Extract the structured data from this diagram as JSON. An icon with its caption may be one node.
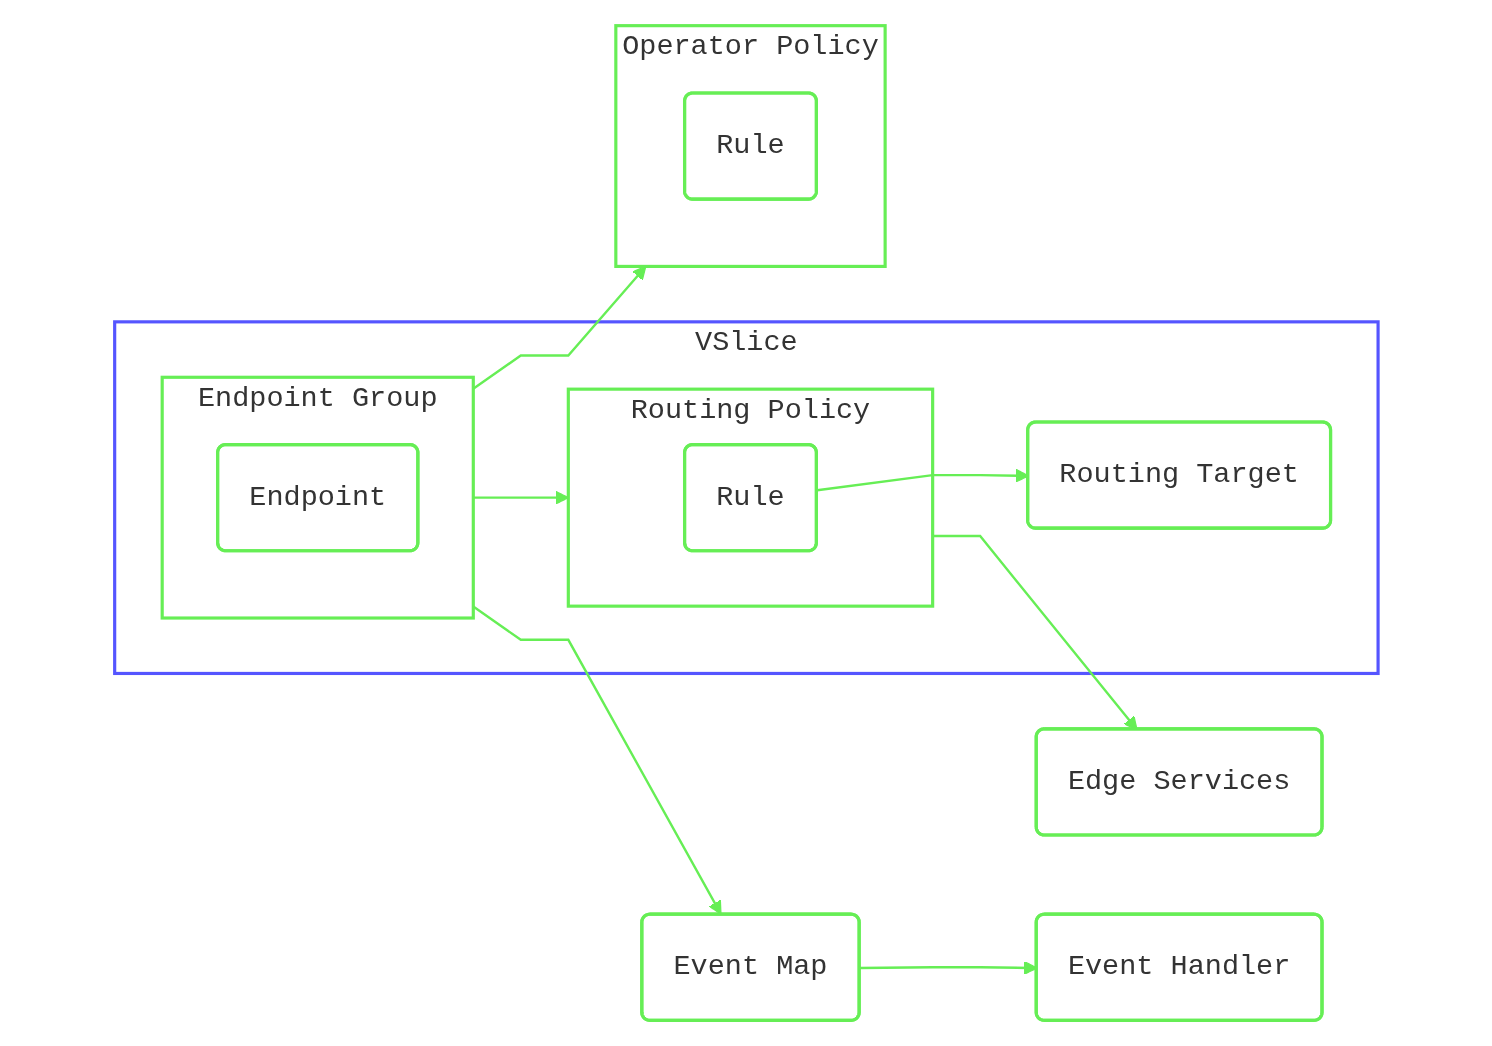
{
  "diagram": {
    "nodes": [
      {
        "text": [
          "VSlice"
        ]
      },
      {
        "text": [
          "Routing Target"
        ],
        "in": 0
      },
      {
        "text": [
          "Routing Policy"
        ],
        "in": 0
      },
      {
        "text": [
          "Rule"
        ],
        "in": 2
      },
      {
        "text": [
          "Endpoint Group"
        ],
        "in": 0
      },
      {
        "text": [
          "Endpoint"
        ],
        "in": 4
      },
      {
        "text": [
          "Edge Services"
        ]
      },
      {
        "text": [
          "Operator Policy"
        ]
      },
      {
        "text": [
          "Rule"
        ],
        "in": 7
      },
      {
        "text": [
          "Event Map"
        ]
      },
      {
        "text": [
          "Event Handler"
        ]
      }
    ],
    "edges": [
      {
        "from": 3,
        "to": 1,
        "arrow": "to"
      },
      {
        "from": 4,
        "to": 2,
        "arrow": "to"
      },
      {
        "from": 2,
        "to": 6,
        "arrow": "to"
      },
      {
        "from": 4,
        "to": 7,
        "arrow": "to"
      },
      {
        "from": 4,
        "to": 9,
        "arrow": "to"
      },
      {
        "from": 9,
        "to": 10,
        "arrow": "to"
      }
    ]
  }
}
